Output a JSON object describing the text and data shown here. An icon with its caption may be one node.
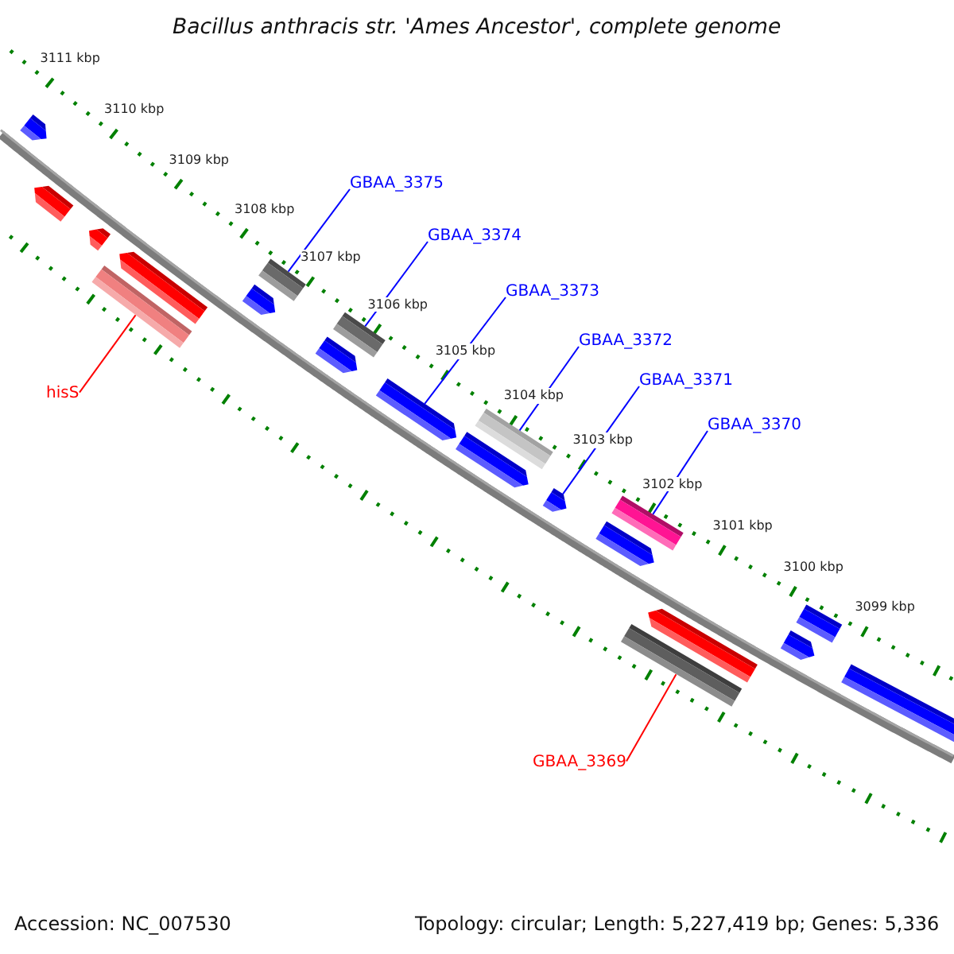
{
  "diagram": {
    "title": "Bacillus anthracis str. 'Ames Ancestor', complete genome",
    "nodes": [
      {
        "text": [
          "GBAA_3375"
        ]
      },
      {
        "text": [],
        "shape": "bar"
      },
      {
        "text": [
          "GBAA_3374"
        ]
      },
      {
        "text": [],
        "shape": "bar"
      },
      {
        "text": [
          "GBAA_3373"
        ]
      },
      {
        "text": [],
        "shape": "bar"
      },
      {
        "text": [
          "GBAA_3372"
        ]
      },
      {
        "text": [],
        "shape": "bar"
      },
      {
        "text": [
          "GBAA_3371"
        ]
      },
      {
        "text": [],
        "shape": "bar"
      },
      {
        "text": [
          "hisS"
        ]
      },
      {
        "text": [],
        "shape": "bar"
      },
      {
        "text": [
          "GBAA_3370"
        ]
      },
      {
        "text": [],
        "shape": "bar"
      },
      {
        "text": [
          "GBAA_3369"
        ]
      },
      {
        "text": [],
        "shape": "bar"
      }
    ],
    "edges": [
      {
        "from": 0,
        "to": 1,
        "arrow": "none"
      },
      {
        "from": 2,
        "to": 3,
        "arrow": "none"
      },
      {
        "from": 4,
        "to": 5,
        "arrow": "none"
      },
      {
        "from": 6,
        "to": 7,
        "arrow": "none"
      },
      {
        "from": 8,
        "to": 9,
        "arrow": "none"
      },
      {
        "from": 10,
        "to": 11,
        "arrow": "none",
        "color": "#ff0000"
      },
      {
        "from": 12,
        "to": 13,
        "arrow": "none"
      },
      {
        "from": 14,
        "to": 15,
        "arrow": "none",
        "color": "#ff0000"
      }
    ],
    "labels": [
      "3111 kbp",
      "3110 kbp",
      "3109 kbp",
      "3108 kbp",
      "3107 kbp",
      "3106 kbp",
      "3105 kbp",
      "3104 kbp",
      "3103 kbp",
      "3102 kbp",
      "3101 kbp",
      "3100 kbp",
      "3099 kbp",
      "Accession: NC_007530",
      "Topology: circular; Length: 5,227,419 bp; Genes: 5,336"
    ]
  }
}
